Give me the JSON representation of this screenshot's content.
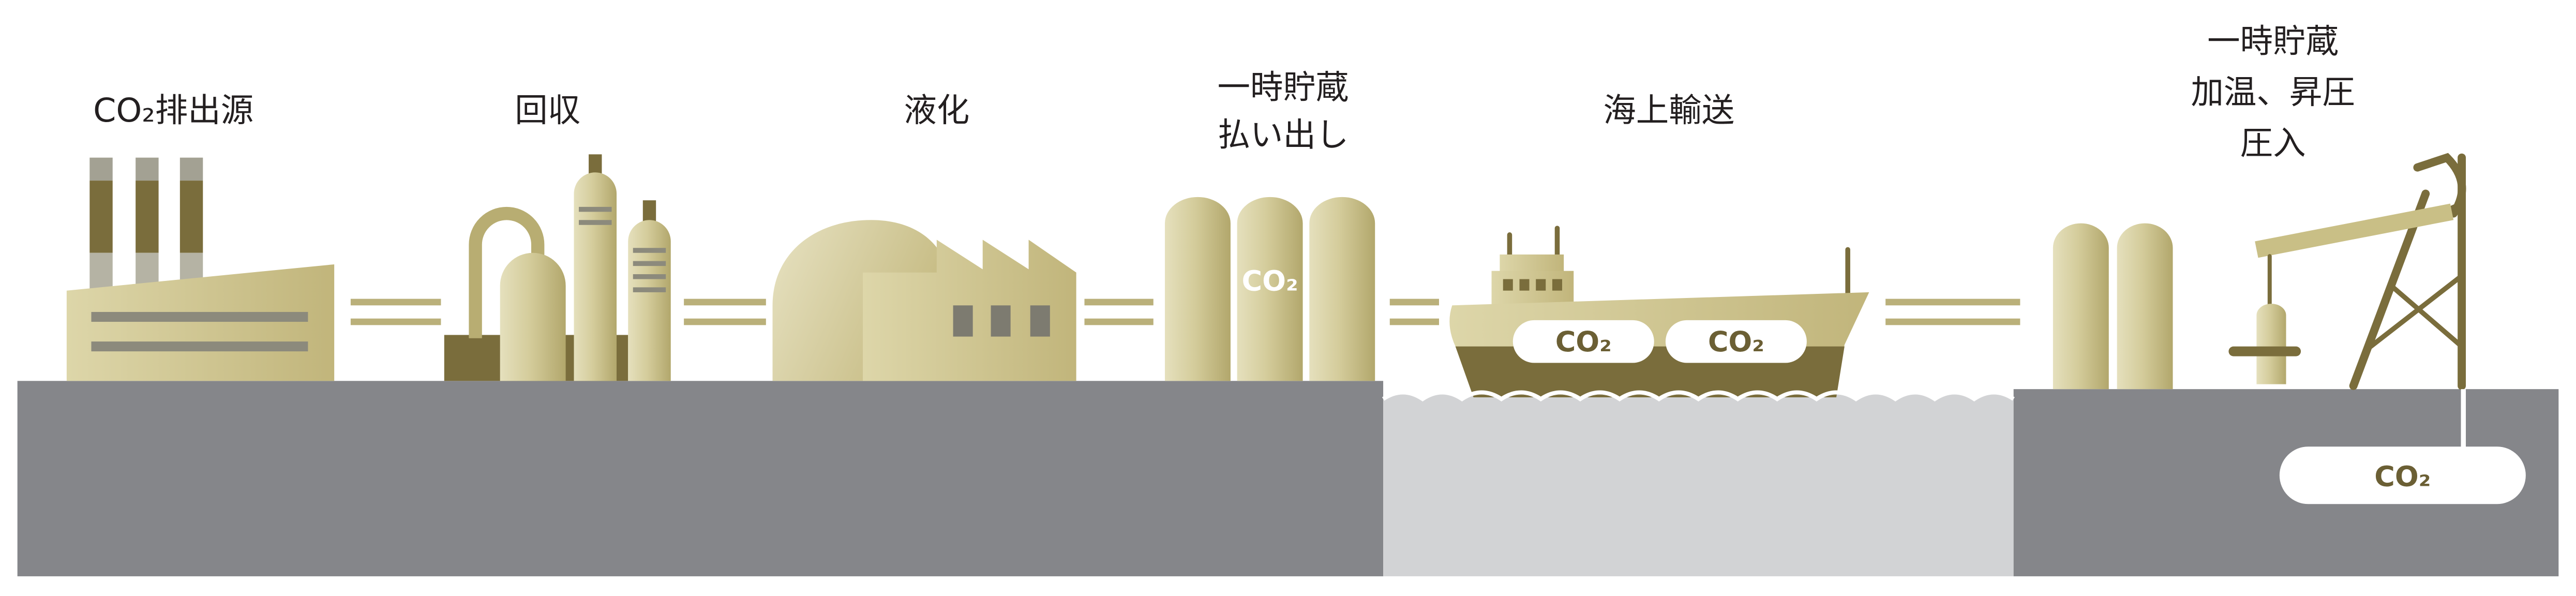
{
  "diagram": {
    "stages": [
      {
        "lines": [
          "CO₂排出源"
        ]
      },
      {
        "lines": [
          "回収"
        ]
      },
      {
        "lines": [
          "液化"
        ]
      },
      {
        "lines": [
          "一時貯蔵",
          "払い出し"
        ]
      },
      {
        "lines": [
          "海上輸送"
        ]
      },
      {
        "lines": [
          "一時貯蔵",
          "加温、昇圧",
          "圧入"
        ]
      }
    ],
    "storage_tank_label": "CO₂",
    "ship_cargo_labels": [
      "CO₂",
      "CO₂"
    ],
    "reservoir_label": "CO₂"
  },
  "colors": {
    "khaki": "#c9bf86",
    "olive": "#7a6d3c",
    "ground": "#85868a",
    "sea": "#d2d3d5",
    "stripe": "#8c8a7c",
    "connector": "#bab07a",
    "label_text": "#231f20",
    "cargo_text": "#6b5f34"
  }
}
